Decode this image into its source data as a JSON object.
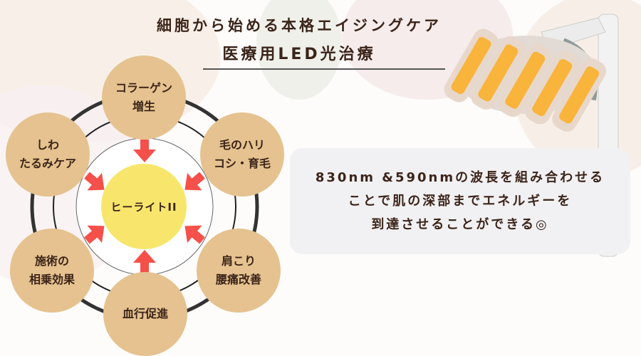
{
  "header": {
    "title_line1": "細胞から始める本格エイジングケア",
    "title_line2": "医療用LED光治療"
  },
  "diagram": {
    "center_label": "ヒーライトII",
    "benefits": [
      {
        "line1": "コラーゲン",
        "line2": "増生"
      },
      {
        "line1": "毛のハリ",
        "line2": "コシ・育毛"
      },
      {
        "line1": "肩こり",
        "line2": "腰痛改善"
      },
      {
        "line1": "血行促進",
        "line2": ""
      },
      {
        "line1": "施術の",
        "line2": "相乗効果"
      },
      {
        "line1": "しわ",
        "line2": "たるみケア"
      }
    ]
  },
  "info_box": {
    "line1": "830nm &590nmの波長を組み合わせる",
    "line2": "ことで肌の深部までエネルギーを",
    "line3": "到達させることができる◎"
  },
  "colors": {
    "satellite": "#e5c28f",
    "center": "#f8e66c",
    "arrow": "#f5504a",
    "text": "#3b2419"
  }
}
